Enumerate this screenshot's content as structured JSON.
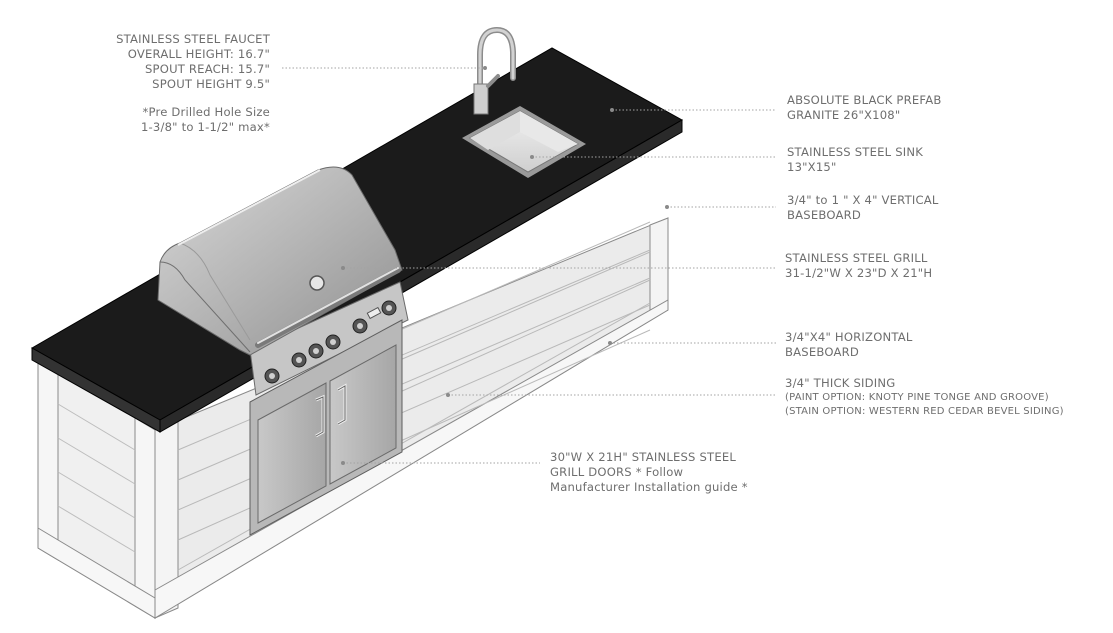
{
  "colors": {
    "label_text": "#6e6e6e",
    "leader_line": "#9a9a9a",
    "granite": "#1b1b1b",
    "siding": "#e9e9e9",
    "steel": "#bdbdbd"
  },
  "labels": {
    "faucet": {
      "lines": [
        "STAINLESS STEEL FAUCET",
        "OVERALL HEIGHT: 16.7\"",
        "SPOUT REACH: 15.7\"",
        "SPOUT HEIGHT 9.5\""
      ],
      "note": [
        "*Pre Drilled Hole Size",
        "1-3/8\" to 1-1/2\" max*"
      ]
    },
    "granite": {
      "lines": [
        "ABSOLUTE BLACK PREFAB",
        "GRANITE 26\"X108\""
      ]
    },
    "sink": {
      "lines": [
        "STAINLESS STEEL SINK",
        "13\"X15\""
      ]
    },
    "vertical_baseboard": {
      "lines": [
        "3/4\" to 1 \" X 4\" VERTICAL",
        "BASEBOARD"
      ]
    },
    "grill": {
      "lines": [
        "STAINLESS STEEL GRILL",
        "31-1/2\"W X 23\"D X 21\"H"
      ]
    },
    "horizontal_baseboard": {
      "lines": [
        "3/4\"X4\" HORIZONTAL",
        "BASEBOARD"
      ]
    },
    "siding": {
      "title": "3/4\" THICK SIDING",
      "options": [
        "(PAINT OPTION: KNOTY PINE TONGE AND GROOVE)",
        "(STAIN OPTION: WESTERN RED CEDAR BEVEL SIDING)"
      ]
    },
    "grill_doors": {
      "lines": [
        "30\"W X 21H\" STAINLESS STEEL",
        "GRILL DOORS * Follow",
        "Manufacturer Installation guide *"
      ]
    }
  }
}
